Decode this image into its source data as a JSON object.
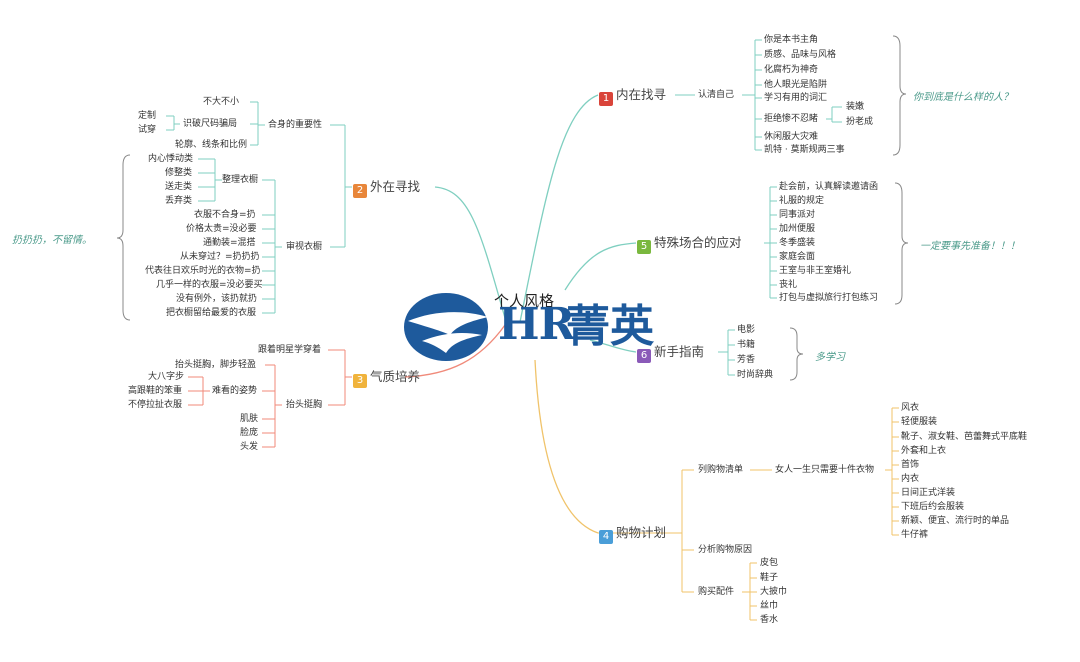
{
  "center": {
    "tag": "个人风格",
    "logo_en": "HR",
    "logo_cn": "菁英"
  },
  "branches": [
    {
      "num": "1",
      "label": "内在找寻",
      "color": "#d9443a"
    },
    {
      "num": "2",
      "label": "外在寻找",
      "color": "#e8863a"
    },
    {
      "num": "3",
      "label": "气质培养",
      "color": "#f0b33c"
    },
    {
      "num": "4",
      "label": "购物计划",
      "color": "#4a9ed8"
    },
    {
      "num": "5",
      "label": "特殊场合的应对",
      "color": "#7ab83e"
    },
    {
      "num": "6",
      "label": "新手指南",
      "color": "#8a5ab8"
    }
  ],
  "b1": {
    "sub": "认清自己",
    "items": [
      "你是本书主角",
      "质感、品味与风格",
      "化腐朽为神奇",
      "他人眼光是陷阱",
      "学习有用的词汇",
      "拒绝惨不忍睹",
      "休闲服大灾难",
      "凯特 · 莫斯规两三事"
    ],
    "refuse_children": [
      "装嫩",
      "扮老成"
    ],
    "note": "你到底是什么样的人？"
  },
  "b2": {
    "sub_fit": "合身的重要性",
    "fit_items": [
      "不大不小",
      "识破尺码骗局",
      "轮廓、线条和比例"
    ],
    "size_children": [
      "定制",
      "试穿"
    ],
    "sub_wardrobe": "审视衣橱",
    "organize": "整理衣橱",
    "organize_children": [
      "内心悸动类",
      "修整类",
      "送走类",
      "丢弃类"
    ],
    "wardrobe_items": [
      "衣服不合身=扔",
      "价格太贵=没必要",
      "通勤装=混搭",
      "从未穿过？=扔扔扔",
      "代表往日欢乐时光的衣物=扔",
      "几乎一样的衣服=没必要买",
      "没有例外，该扔就扔",
      "把衣橱留给最爱的衣服"
    ],
    "note": "扔扔扔，不留情。"
  },
  "b3": {
    "star": "跟着明星学穿着",
    "sub": "抬头挺胸",
    "items": [
      "抬头挺胸，脚步轻盈",
      "难看的姿势",
      "肌肤",
      "脸庞",
      "头发"
    ],
    "posture_children": [
      "大八字步",
      "高跟鞋的笨重",
      "不停拉扯衣服"
    ]
  },
  "b4": {
    "list": "列购物清单",
    "list_sub": "女人一生只需要十件衣物",
    "ten_items": [
      "风衣",
      "轻便服装",
      "靴子、淑女鞋、芭蕾舞式平底鞋",
      "外套和上衣",
      "首饰",
      "内衣",
      "日间正式洋装",
      "下班后约会服装",
      "新颖、便宜、流行时的单品",
      "牛仔裤"
    ],
    "reason": "分析购物原因",
    "acc": "购买配件",
    "acc_items": [
      "皮包",
      "鞋子",
      "大披巾",
      "丝巾",
      "香水"
    ]
  },
  "b5": {
    "items": [
      "赴会前，认真解读邀请函",
      "礼服的规定",
      "同事派对",
      "加州便服",
      "冬季盛装",
      "家庭会面",
      "王室与非王室婚礼",
      "丧礼",
      "打包与虚拟旅行打包练习"
    ],
    "note": "一定要事先准备！！！"
  },
  "b6": {
    "items": [
      "电影",
      "书籍",
      "芳香",
      "时尚辞典"
    ],
    "note": "多学习"
  }
}
